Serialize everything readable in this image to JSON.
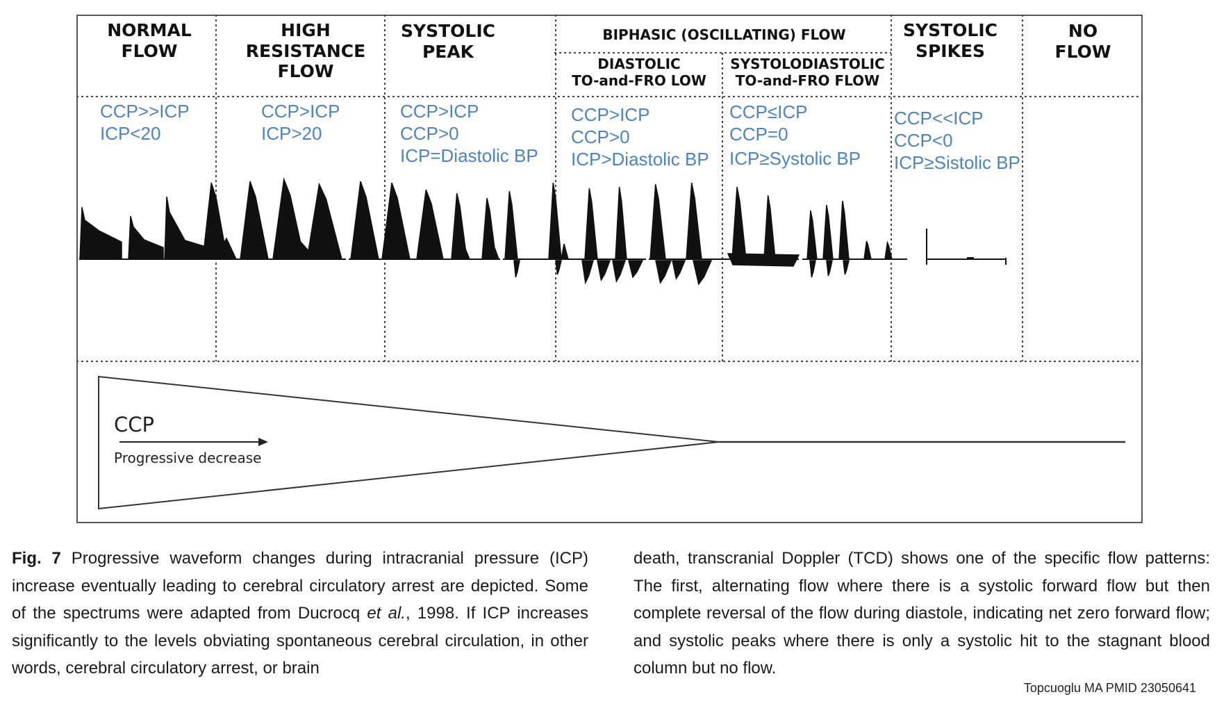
{
  "figure": {
    "headers": [
      {
        "id": "normal",
        "lines": [
          "NORMAL",
          "FLOW"
        ]
      },
      {
        "id": "high",
        "lines": [
          "HIGH",
          "RESISTANCE",
          "FLOW"
        ]
      },
      {
        "id": "systolic_peak",
        "lines": [
          "SYSTOLIC",
          "PEAK"
        ]
      },
      {
        "id": "biphasic",
        "lines": [
          "BIPHASIC (OSCILLATING) FLOW"
        ]
      },
      {
        "id": "diastolic",
        "lines": [
          "DIASTOLIC",
          "TO-and-FRO LOW"
        ]
      },
      {
        "id": "systolodiastolic",
        "lines": [
          "SYSTOLODIASTOLIC",
          "TO-and-FRO FLOW"
        ]
      },
      {
        "id": "spikes",
        "lines": [
          "SYSTOLIC",
          "SPIKES"
        ]
      },
      {
        "id": "noflow",
        "lines": [
          "NO",
          "FLOW"
        ]
      }
    ],
    "conditions": [
      [
        "CCP>>ICP",
        "ICP<20"
      ],
      [
        "CCP>ICP",
        "ICP>20"
      ],
      [
        "CCP>ICP",
        "CCP>0",
        "ICP=Diastolic BP"
      ],
      [
        "CCP>ICP",
        "CCP>0",
        "ICP>Diastolic BP"
      ],
      [
        "CCP≤ICP",
        "CCP=0",
        "ICP≥Systolic BP"
      ],
      [
        "CCP<<ICP",
        "CCP<0",
        "ICP≥Sistolic BP"
      ]
    ],
    "ccp_label": "CCP",
    "ccp_sublabel": "Progressive decrease"
  },
  "caption": {
    "fig_label": "Fig. 7",
    "left_text": " Progressive waveform changes during intracranial pressure (ICP) increase eventually leading to cerebral circulatory arrest are depicted. Some of the spectrums were adapted from Ducrocq ",
    "italic": "et al.",
    "left_text_2": ", 1998. If ICP increases significantly to the levels obviating spontaneous cerebral circulation, in other words, cerebral circulatory arrest, or brain",
    "right_text": "death, transcranial Doppler (TCD) shows one of the specific flow patterns: The first, alternating flow where there is a systolic forward flow but then complete reversal of the flow during diastole, indicating net zero forward flow; and systolic peaks where there is only a systolic hit to the stagnant blood column but no flow."
  },
  "credit": "Topcuoglu MA  PMID  23050641",
  "colors": {
    "condition_text": "#4a84c2",
    "lines": "#111111"
  }
}
